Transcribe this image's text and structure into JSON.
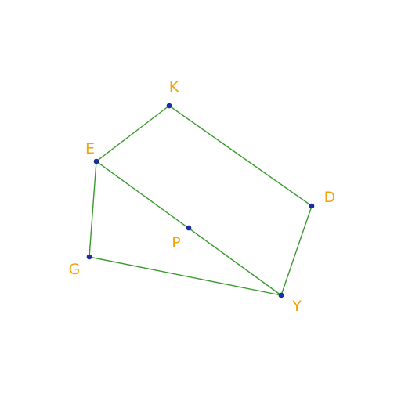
{
  "colors": {
    "segment": "#3a9a2e",
    "point": "#1a2fb0",
    "label": "#f2a20c"
  },
  "points": [
    {
      "id": "K",
      "label": "K"
    },
    {
      "id": "E",
      "label": "E"
    },
    {
      "id": "D",
      "label": "D"
    },
    {
      "id": "P",
      "label": "P"
    },
    {
      "id": "G",
      "label": "G"
    },
    {
      "id": "Y",
      "label": "Y"
    }
  ],
  "segments": [
    [
      "E",
      "K"
    ],
    [
      "K",
      "D"
    ],
    [
      "D",
      "Y"
    ],
    [
      "Y",
      "G"
    ],
    [
      "G",
      "E"
    ],
    [
      "E",
      "Y"
    ]
  ]
}
